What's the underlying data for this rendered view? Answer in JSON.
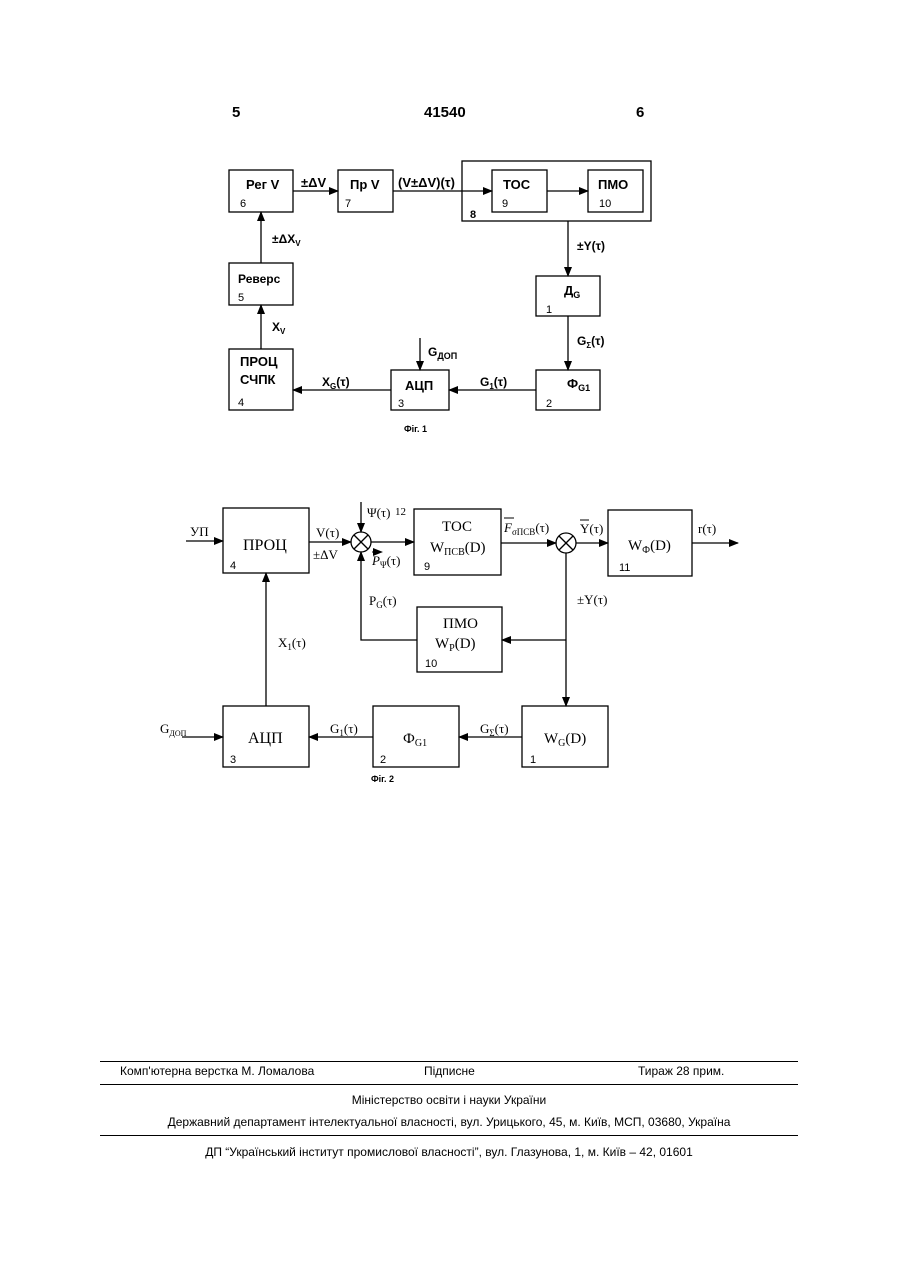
{
  "header": {
    "left_page": "5",
    "patent_number": "41540",
    "right_page": "6"
  },
  "fig1": {
    "caption": "Фіг. 1",
    "blocks": [
      {
        "id": "reg_v",
        "label": "Рег V",
        "num": "6"
      },
      {
        "id": "pr_v",
        "label": "Пр V",
        "num": "7"
      },
      {
        "id": "group8",
        "num": "8"
      },
      {
        "id": "tos",
        "label": "ТОС",
        "num": "9"
      },
      {
        "id": "pmo",
        "label": "ПМО",
        "num": "10"
      },
      {
        "id": "d_g",
        "label": "Д",
        "sub": "G",
        "num": "1"
      },
      {
        "id": "f_g1",
        "label": "Ф",
        "sub": "G1",
        "num": "2"
      },
      {
        "id": "adc",
        "label": "АЦП",
        "num": "3"
      },
      {
        "id": "proc",
        "label1": "ПРОЦ",
        "label2": "СЧПК",
        "num": "4"
      },
      {
        "id": "revers",
        "label": "Реверс",
        "num": "5"
      }
    ],
    "signals": {
      "dv": "±ΔV",
      "vdv": "(V±ΔV)(τ)",
      "y": "±Y(τ)",
      "g_sigma_main": "G",
      "g_sigma_sub": "Σ",
      "g_sigma_tail": "(τ)",
      "g1_main": "G",
      "g1_sub": "1",
      "g1_tail": "(τ)",
      "gdop_main": "G",
      "gdop_sub": "ДОП",
      "xg_main": "X",
      "xg_sub": "G",
      "xg_tail": "(τ)",
      "xv_main": "X",
      "xv_sub": "V",
      "dxv_main": "±ΔX",
      "dxv_sub": "V"
    }
  },
  "fig2": {
    "caption": "Фіг. 2",
    "blocks": [
      {
        "id": "proc",
        "label": "ПРОЦ",
        "num": "4"
      },
      {
        "id": "tos",
        "label1": "ТОС",
        "label2_main": "W",
        "label2_sub": "ПСВ",
        "label2_tail": "(D)",
        "num": "9"
      },
      {
        "id": "w_f",
        "label_main": "W",
        "label_sub": "Ф",
        "label_tail": "(D)",
        "num": "11"
      },
      {
        "id": "pmo",
        "label1": "ПМО",
        "label2_main": "W",
        "label2_sub": "P",
        "label2_tail": "(D)",
        "num": "10"
      },
      {
        "id": "adc",
        "label": "АЦП",
        "num": "3"
      },
      {
        "id": "f_g1",
        "label_main": "Ф",
        "label_sub": "G1",
        "num": "2"
      },
      {
        "id": "w_g",
        "label_main": "W",
        "label_sub": "G",
        "label_tail": "(D)",
        "num": "1"
      }
    ],
    "signals": {
      "up": "УП",
      "v": "V(τ)",
      "dv": "±ΔV",
      "psi": "Ψ(τ)",
      "psi_num": "12",
      "p_psi_main": "P",
      "p_psi_sub": "Ψ",
      "p_psi_tail": "(τ)",
      "f_main": "F",
      "f_sub": "σПСВ",
      "f_tail": "(τ)",
      "y_vec": "Y(τ)",
      "y": "±Y(τ)",
      "r": "r(τ)",
      "pg_main": "P",
      "pg_sub": "G",
      "pg_tail": "(τ)",
      "x1_main": "X",
      "x1_sub": "1",
      "x1_tail": "(τ)",
      "gdop_main": "G",
      "gdop_sub": "ДОП",
      "g1_main": "G",
      "g1_sub": "1",
      "g1_tail": "(τ)",
      "gs_main": "G",
      "gs_sub": "Σ",
      "gs_tail": "(τ)"
    }
  },
  "footer": {
    "layout": "Комп'ютерна верстка М. Ломалова",
    "signed": "Підписне",
    "circulation": "Тираж 28 прим.",
    "ministry": "Міністерство освіти і науки України",
    "department": "Державний департамент інтелектуальної власності, вул. Урицького, 45, м. Київ, МСП, 03680, Україна",
    "institute": "ДП “Український інститут промислової власності”, вул. Глазунова, 1, м. Київ – 42, 01601"
  }
}
